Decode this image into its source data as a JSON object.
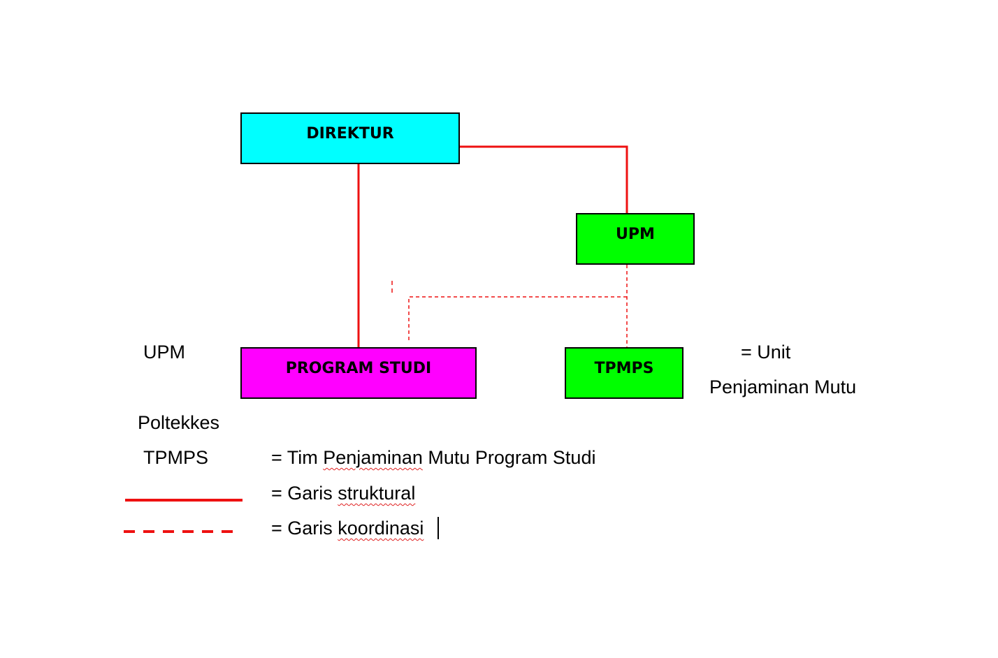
{
  "colors": {
    "structural_line": "#ee1111",
    "coordination_line": "#ee1111",
    "direktur_fill": "#00ffff",
    "upm_fill": "#00ff00",
    "prodi_fill": "#ff00ff",
    "tpmps_fill": "#00ff00",
    "border": "#000000"
  },
  "nodes": {
    "direktur": "DIREKTUR",
    "upm": "UPM",
    "program_studi": "PROGRAM STUDI",
    "tpmps": "TPMPS"
  },
  "edges": [
    {
      "from": "direktur",
      "to": "upm",
      "type": "structural"
    },
    {
      "from": "direktur",
      "to": "program_studi",
      "type": "structural"
    },
    {
      "from": "upm",
      "to": "tpmps",
      "type": "coordination"
    },
    {
      "from": "upm",
      "to": "program_studi",
      "type": "coordination"
    }
  ],
  "legend": {
    "upm_abbr": "UPM",
    "upm_def_1": "= Unit",
    "upm_def_2": "Penjaminan Mutu",
    "upm_def_3": "Poltekkes",
    "tpmps_abbr": "TPMPS",
    "tpmps_def_prefix": "= Tim ",
    "tpmps_def_word": "Penjaminan",
    "tpmps_def_suffix": " Mutu Program Studi",
    "structural_prefix": "= Garis ",
    "structural_word": "struktural",
    "coordination_prefix": "= Garis ",
    "coordination_word": "koordinasi"
  }
}
